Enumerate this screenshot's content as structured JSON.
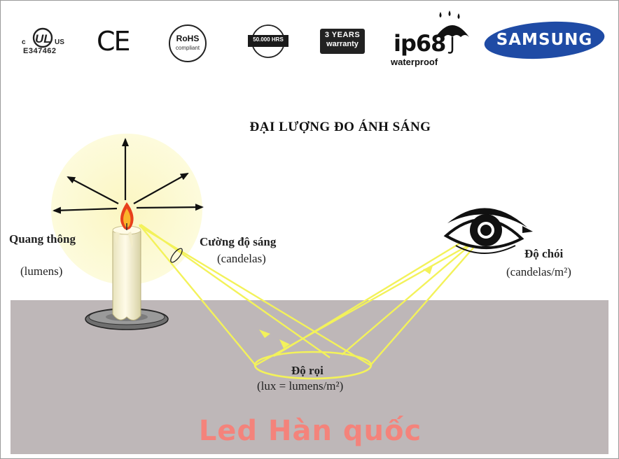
{
  "badges": {
    "ul": {
      "mark": "c UL US",
      "code": "E347462"
    },
    "ce": "CE",
    "rohs": {
      "title": "RoHS",
      "sub": "compliant"
    },
    "hours": "50.000 HRS",
    "warranty": {
      "line1": "3 YEARS",
      "line2": "warranty"
    },
    "ip": {
      "code": "ip68",
      "sub": "waterproof"
    },
    "brand": "SAMSUNG"
  },
  "title": "ĐẠI LƯỢNG ĐO ÁNH SÁNG",
  "labels": {
    "flux_name": "Quang thông",
    "flux_unit": "(lumens)",
    "intensity_name": "Cường độ sáng",
    "intensity_unit": "(candelas)",
    "luminance_name": "Độ chói",
    "luminance_unit": "(candelas/m²)",
    "illuminance_name": "Độ rọi",
    "illuminance_unit": "(lux = lumens/m²)"
  },
  "watermark": "Led Hàn quốc",
  "colors": {
    "floor": "#beb7b8",
    "glow": "#fdfbd4",
    "beam": "#f3f25a",
    "watermark": "#f4837b",
    "samsung_blue": "#1f4ba5"
  }
}
